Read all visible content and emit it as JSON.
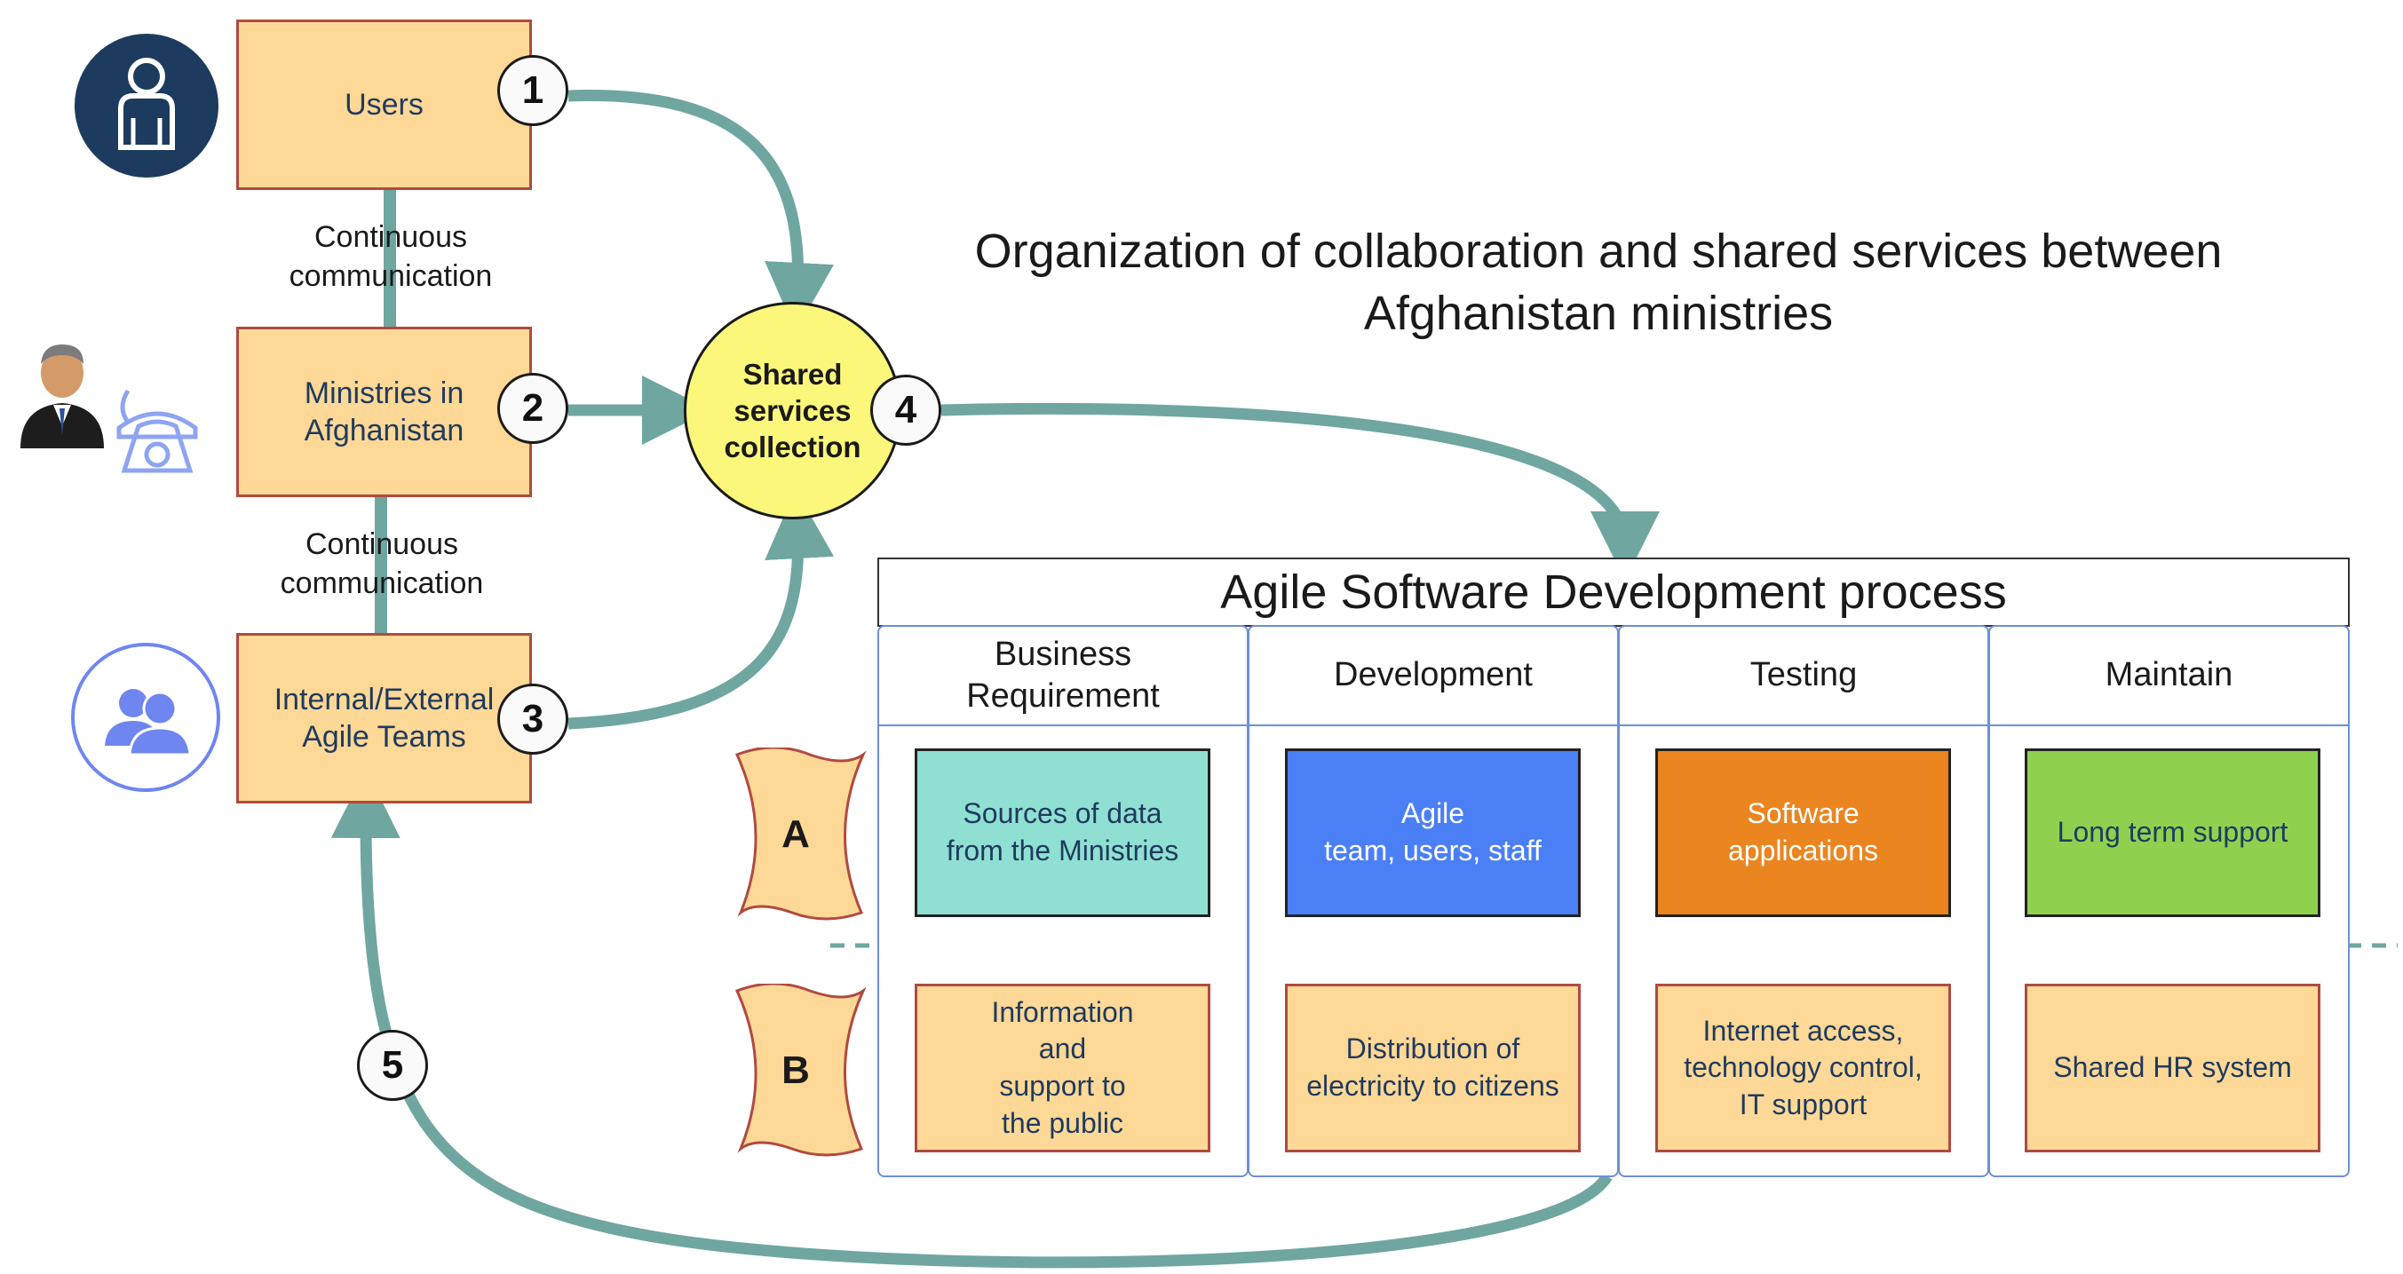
{
  "title": "Organization of collaboration and shared services between\nAfghanistan ministries",
  "flow": {
    "users": {
      "label": "Users",
      "num": "1"
    },
    "ministries": {
      "label": "Ministries in\nAfghanistan",
      "num": "2"
    },
    "teams": {
      "label": "Internal/External\nAgile Teams",
      "num": "3"
    },
    "comm1": "Continuous\ncommunication",
    "comm2": "Continuous\ncommunication",
    "hub": {
      "label": "Shared\nservices\ncollection",
      "num": "4"
    },
    "feedback_num": "5"
  },
  "agile": {
    "header": "Agile Software Development process",
    "stages": [
      "Business\nRequirement",
      "Development",
      "Testing",
      "Maintain"
    ],
    "row_tags": [
      "A",
      "B"
    ],
    "row_a": [
      {
        "text": "Sources of data\nfrom the Ministries",
        "color": "#8fe0d2",
        "text_color": "#1f3a5f"
      },
      {
        "text": "Agile\nteam, users, staff",
        "color": "#4a7ff5",
        "text_color": "#ffffff"
      },
      {
        "text": "Software\napplications",
        "color": "#ea8520",
        "text_color": "#ffffff"
      },
      {
        "text": "Long term support",
        "color": "#8fd14f",
        "text_color": "#1f3a5f"
      }
    ],
    "row_b": [
      "Information\nand\nsupport to\nthe public",
      "Distribution of\nelectricity to citizens",
      "Internet access,\ntechnology control,\nIT support",
      "Shared HR system"
    ]
  },
  "colors": {
    "arrow": "#6fa6a0",
    "box_fill": "#fdd896",
    "box_border": "#b04a40",
    "hub_fill": "#fbf77a",
    "user_icon_bg": "#1d3b5e",
    "team_icon": "#6f86f0",
    "phone_icon": "#8ea4f2"
  },
  "icons": [
    "user-icon",
    "businessman-icon",
    "telephone-icon",
    "team-icon"
  ]
}
